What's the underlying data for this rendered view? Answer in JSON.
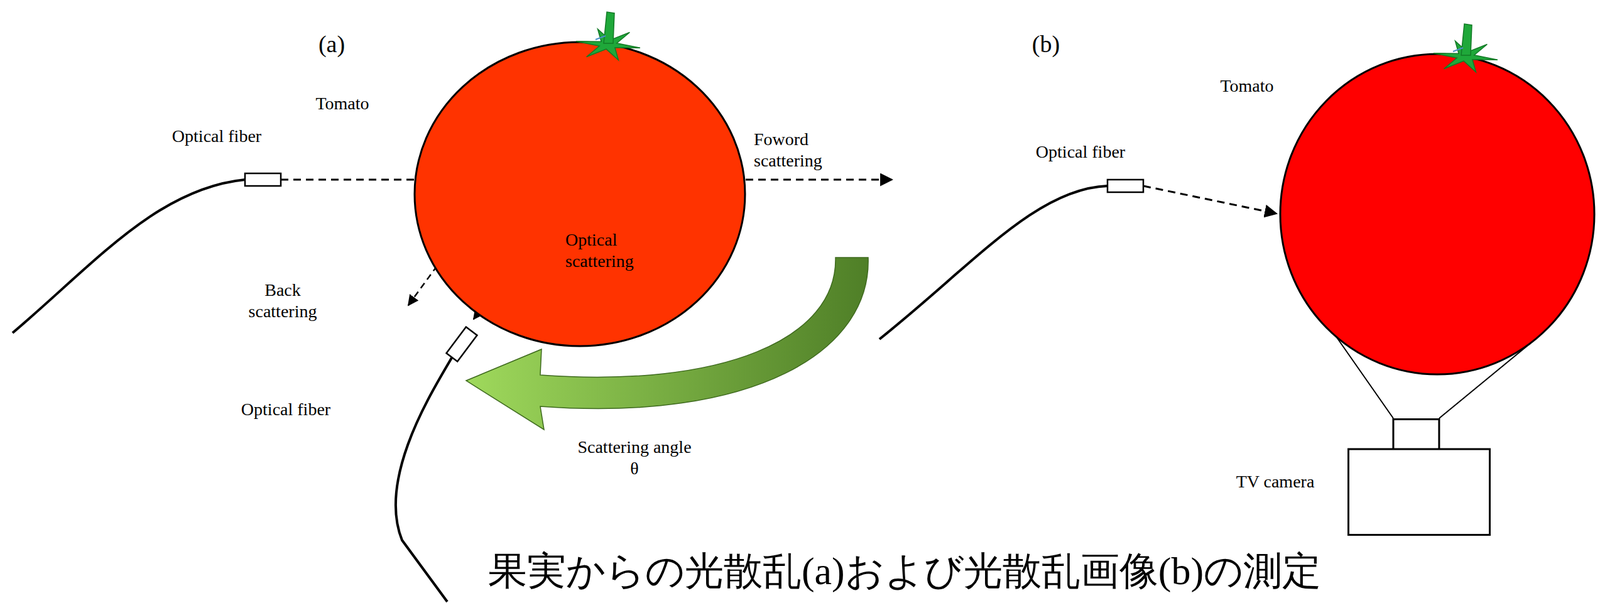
{
  "diagram": {
    "caption": "果実からの光散乱(a)および光散乱画像(b)の測定",
    "nodes": [
      {
        "text": [
          "Tomato",
          "Optical scattering"
        ]
      },
      {
        "text": [
          "Tomato"
        ]
      },
      {
        "text": [
          "TV camera"
        ]
      }
    ],
    "edges": [
      {
        "from": 1,
        "to": 2,
        "arrow": "none"
      },
      {
        "from": 1,
        "to": 2,
        "arrow": "none"
      }
    ],
    "labels": [
      "(a)",
      "Optical fiber",
      "Foword scattering",
      "Back scattering",
      "Optical fiber",
      "Scattering angle θ",
      "(b)",
      "Optical fiber"
    ]
  }
}
